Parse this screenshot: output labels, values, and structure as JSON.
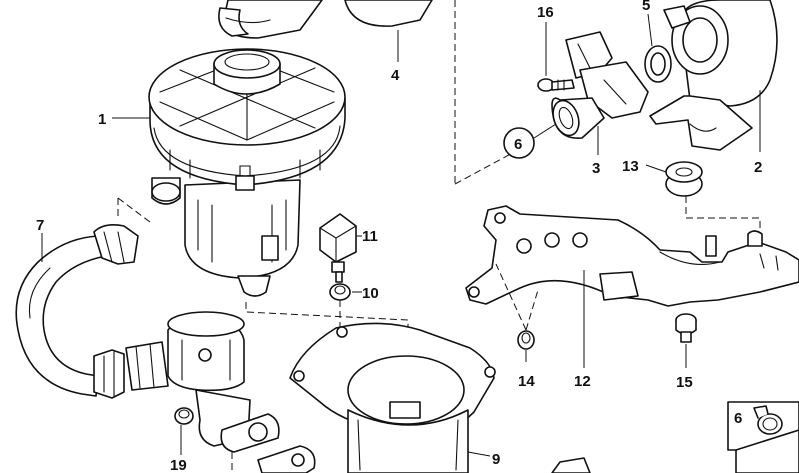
{
  "callouts": {
    "c1": "1",
    "c2": "2",
    "c3": "3",
    "c4": "4",
    "c5": "5",
    "c6": "6",
    "c7": "7",
    "c9": "9",
    "c10": "10",
    "c11": "11",
    "c12": "12",
    "c13": "13",
    "c14": "14",
    "c15": "15",
    "c16": "16",
    "c19": "19",
    "legend6": "6"
  }
}
